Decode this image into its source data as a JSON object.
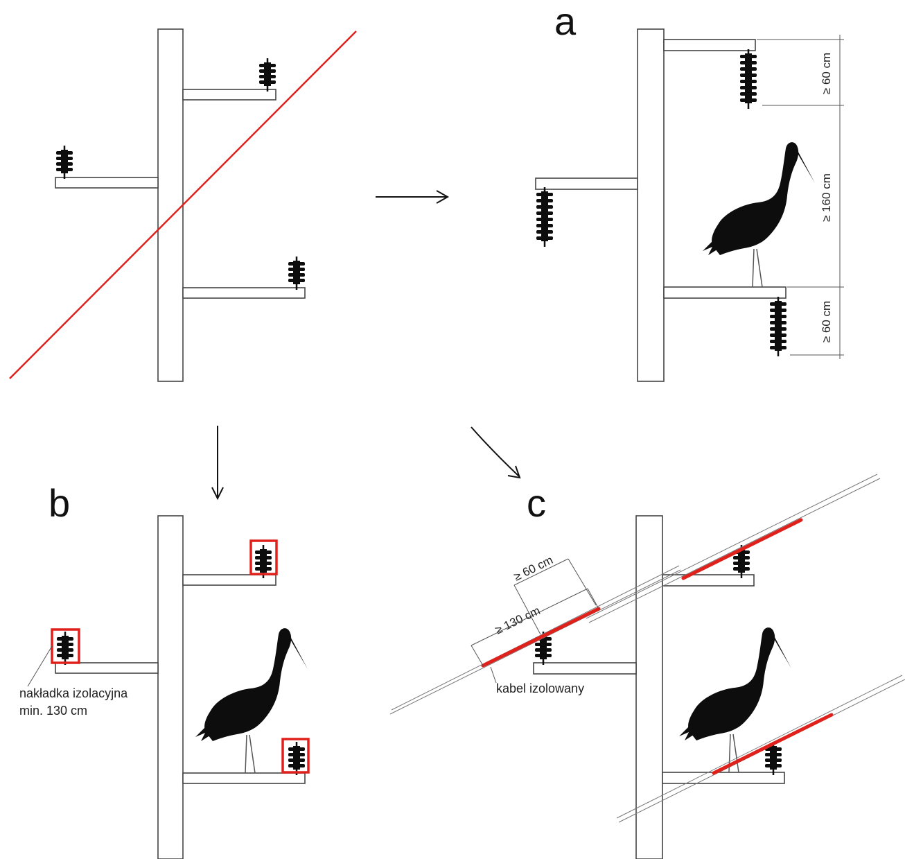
{
  "colors": {
    "line": "#444444",
    "bird": "#0d0d0d",
    "accent_red": "#e0201b",
    "background": "#ffffff"
  },
  "panels": {
    "a": {
      "letter": "a",
      "dimensions": [
        "≥ 60 cm",
        "≥ 160 cm",
        "≥ 60 cm"
      ]
    },
    "b": {
      "letter": "b",
      "note_line1": "nakładka izolacyjna",
      "note_line2": "min. 130 cm"
    },
    "c": {
      "letter": "c",
      "dim_60": "≥ 60 cm",
      "dim_130": "≥ 130 cm",
      "cable_label": "kabel izolowany"
    }
  },
  "icons": [
    "insulator-icon",
    "stork-icon",
    "arrow-right-icon",
    "arrow-down-icon",
    "arrow-diagonal-icon"
  ]
}
